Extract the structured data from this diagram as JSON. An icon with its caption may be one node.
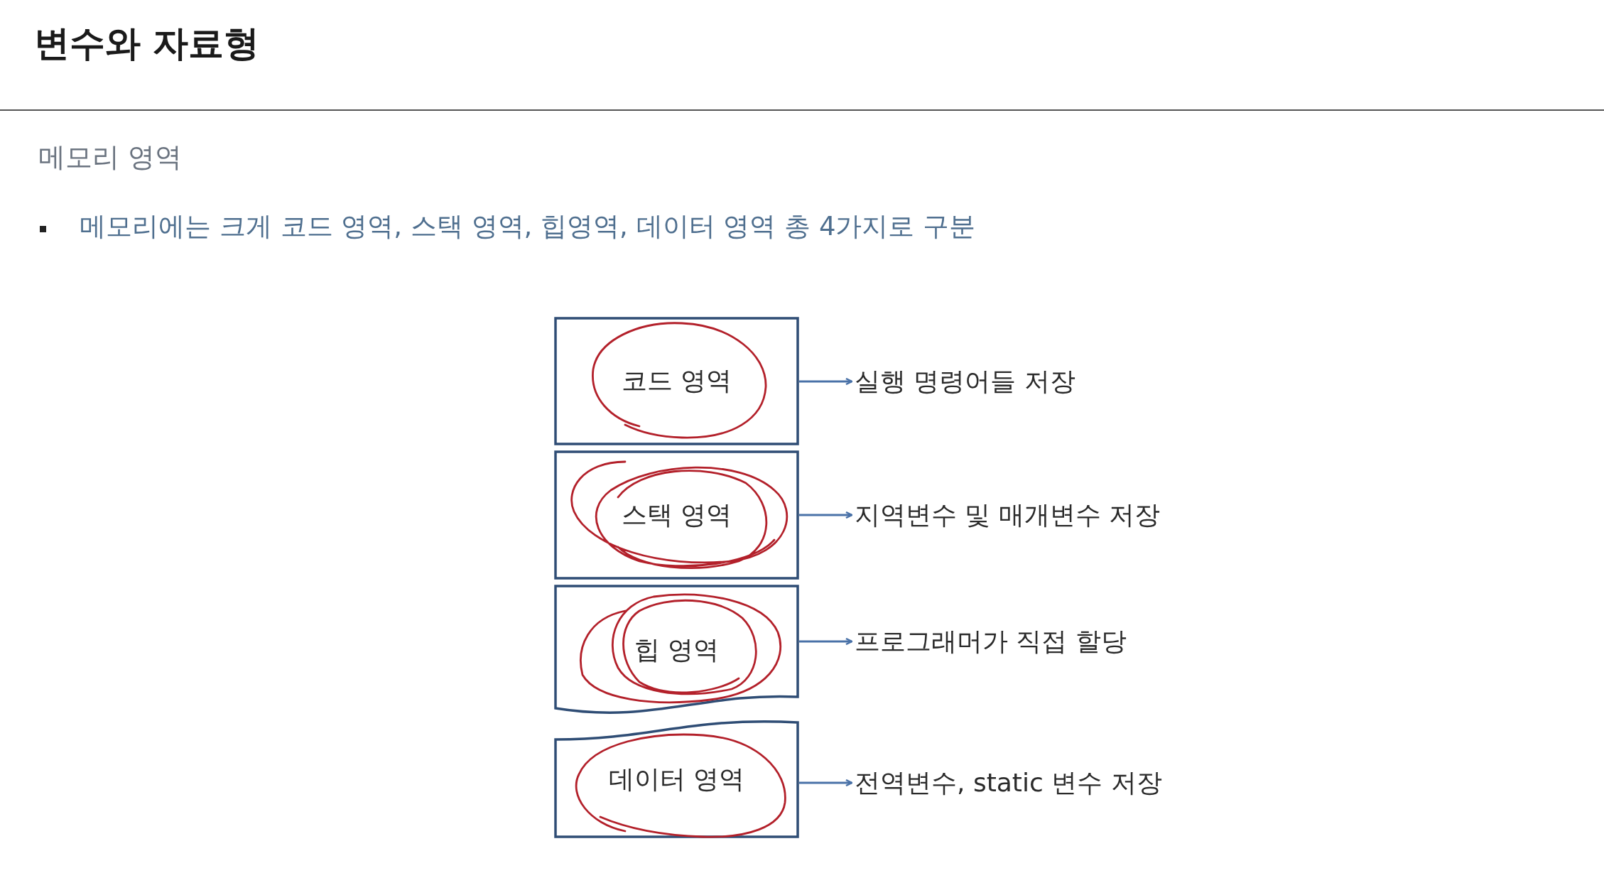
{
  "diagram": {
    "title": "변수와 자료형",
    "nodes": [
      {
        "text": [
          "코드 영역"
        ]
      },
      {
        "text": [
          "스택 영역"
        ]
      },
      {
        "text": [
          "힙 영역"
        ]
      },
      {
        "text": [
          "데이터 영역"
        ]
      },
      {
        "text": [
          "실행 명령어들 저장"
        ]
      },
      {
        "text": [
          "지역변수 및 매개변수 저장"
        ]
      },
      {
        "text": [
          "프로그래머가 직접 할당"
        ]
      },
      {
        "text": [
          "전역변수, static 변수 저장"
        ]
      }
    ],
    "edges": [
      {
        "from": 0,
        "to": 4,
        "arrow": "to"
      },
      {
        "from": 1,
        "to": 5,
        "arrow": "to"
      },
      {
        "from": 2,
        "to": 6,
        "arrow": "to"
      },
      {
        "from": 3,
        "to": 7,
        "arrow": "to"
      }
    ],
    "labels": [
      "메모리 영역",
      "메모리에는 크게 코드 영역, 스택 영역, 힙영역, 데이터 영역 총 4가지로 구분"
    ]
  }
}
